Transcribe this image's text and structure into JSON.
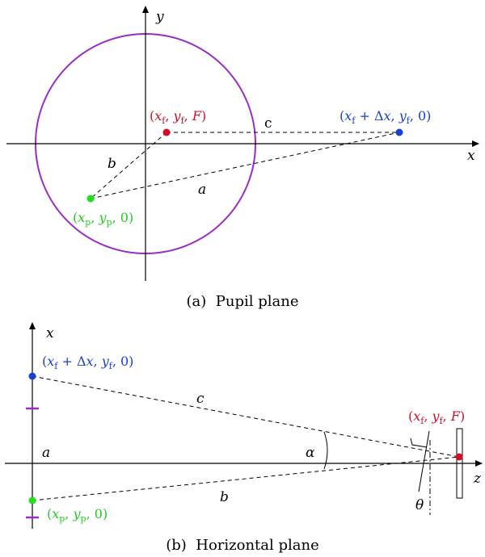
{
  "colors": {
    "black": "#000000",
    "red": "#d0102a",
    "blue": "#1a3fd6",
    "green": "#22dd22",
    "purple": "#9a2cc6"
  },
  "top": {
    "axis_x": "x",
    "axis_y": "y",
    "label_a": "a",
    "label_b": "b",
    "label_c": "c",
    "focus": {
      "open": "(",
      "x": "x",
      "xsub": "f",
      "comma1": ", ",
      "y": "y",
      "ysub": "f",
      "comma2": ", ",
      "F": "F",
      "close": ")"
    },
    "shifted": {
      "open": "(",
      "x": "x",
      "xsub": "f",
      "plus": " + Δ",
      "dx": "x",
      "comma1": ", ",
      "y": "y",
      "ysub": "f",
      "rest": ", 0)"
    },
    "pupil": {
      "open": "(",
      "x": "x",
      "xsub": "p",
      "comma1": ", ",
      "y": "y",
      "ysub": "p",
      "rest": ", 0)"
    },
    "caption": "(a)  Pupil plane"
  },
  "bottom": {
    "axis_x": "x",
    "axis_z": "z",
    "label_a": "a",
    "label_b": "b",
    "label_c": "c",
    "alpha": "α",
    "theta": "θ",
    "focus": {
      "open": "(",
      "x": "x",
      "xsub": "f",
      "comma1": ", ",
      "y": "y",
      "ysub": "f",
      "comma2": ", ",
      "F": "F",
      "close": ")"
    },
    "shifted": {
      "open": "(",
      "x": "x",
      "xsub": "f",
      "plus": " + Δ",
      "dx": "x",
      "comma1": ", ",
      "y": "y",
      "ysub": "f",
      "rest": ", 0)"
    },
    "pupil": {
      "open": "(",
      "x": "x",
      "xsub": "p",
      "comma1": ", ",
      "y": "y",
      "ysub": "p",
      "rest": ", 0)"
    },
    "caption": "(b)  Horizontal plane"
  }
}
